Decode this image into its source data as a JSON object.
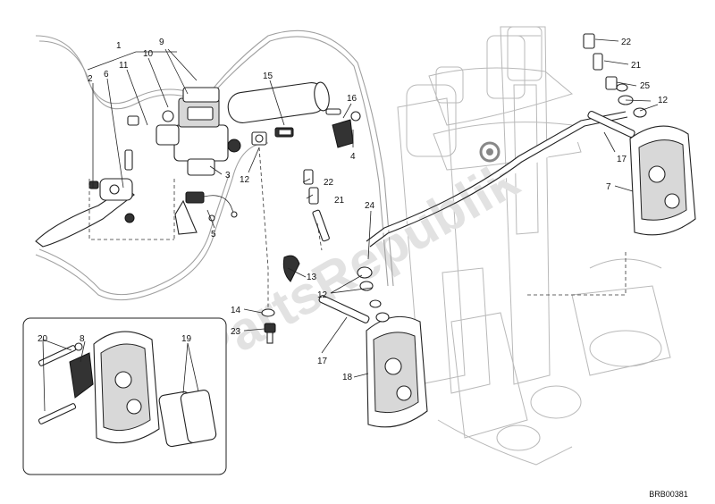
{
  "diagram": {
    "code": "BRB00381",
    "watermark": "PartsRepublik",
    "callouts": [
      {
        "id": "c1",
        "text": "1"
      },
      {
        "id": "c2",
        "text": "2"
      },
      {
        "id": "c6",
        "text": "6"
      },
      {
        "id": "c11",
        "text": "11"
      },
      {
        "id": "c10",
        "text": "10"
      },
      {
        "id": "c9",
        "text": "9"
      },
      {
        "id": "c3",
        "text": "3"
      },
      {
        "id": "c12a",
        "text": "12"
      },
      {
        "id": "c5",
        "text": "5"
      },
      {
        "id": "c15",
        "text": "15"
      },
      {
        "id": "c16",
        "text": "16"
      },
      {
        "id": "c4",
        "text": "4"
      },
      {
        "id": "c22a",
        "text": "22"
      },
      {
        "id": "c21a",
        "text": "21"
      },
      {
        "id": "c24",
        "text": "24"
      },
      {
        "id": "c13",
        "text": "13"
      },
      {
        "id": "c12b",
        "text": "12"
      },
      {
        "id": "c14",
        "text": "14"
      },
      {
        "id": "c23",
        "text": "23"
      },
      {
        "id": "c17a",
        "text": "17"
      },
      {
        "id": "c18",
        "text": "18"
      },
      {
        "id": "c22b",
        "text": "22"
      },
      {
        "id": "c21b",
        "text": "21"
      },
      {
        "id": "c25",
        "text": "25"
      },
      {
        "id": "c12c",
        "text": "12"
      },
      {
        "id": "c17b",
        "text": "17"
      },
      {
        "id": "c7",
        "text": "7"
      },
      {
        "id": "c20",
        "text": "20"
      },
      {
        "id": "c8",
        "text": "8"
      },
      {
        "id": "c19",
        "text": "19"
      }
    ]
  }
}
